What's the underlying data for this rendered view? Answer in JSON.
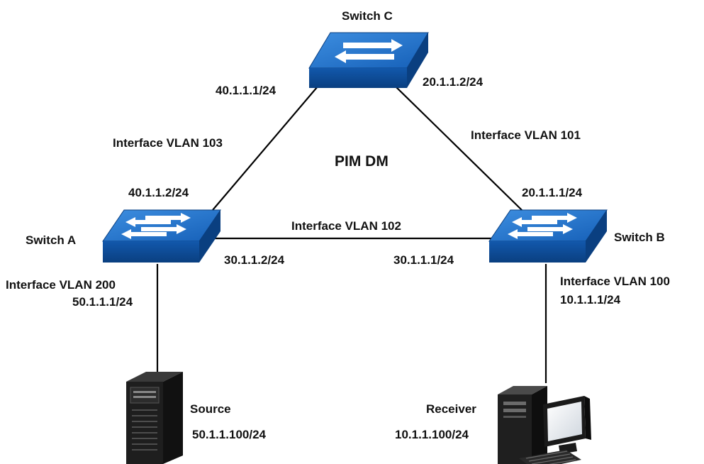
{
  "diagram": {
    "center_label": "PIM DM",
    "switches": {
      "a": {
        "name": "Switch A"
      },
      "b": {
        "name": "Switch B"
      },
      "c": {
        "name": "Switch C"
      }
    },
    "links": {
      "a_c": {
        "interface": "Interface VLAN 103",
        "ip_a": "40.1.1.2/24",
        "ip_c": "40.1.1.1/24"
      },
      "b_c": {
        "interface": "Interface VLAN 101",
        "ip_b": "20.1.1.1/24",
        "ip_c": "20.1.1.2/24"
      },
      "a_b": {
        "interface": "Interface VLAN 102",
        "ip_a": "30.1.1.2/24",
        "ip_b": "30.1.1.1/24"
      },
      "a_source": {
        "interface": "Interface VLAN 200",
        "ip_a": "50.1.1.1/24"
      },
      "b_receiver": {
        "interface": "Interface VLAN 100",
        "ip_b": "10.1.1.1/24"
      }
    },
    "hosts": {
      "source": {
        "name": "Source",
        "ip": "50.1.1.100/24"
      },
      "receiver": {
        "name": "Receiver",
        "ip": "10.1.1.100/24"
      }
    },
    "colors": {
      "switch_top": "#1f6fc4",
      "switch_front": "#0d4f9c",
      "switch_side": "#0a3f80",
      "arrow": "#ffffff",
      "link": "#000000",
      "server_body": "#1a1a1a",
      "pc_body": "#222222"
    }
  }
}
